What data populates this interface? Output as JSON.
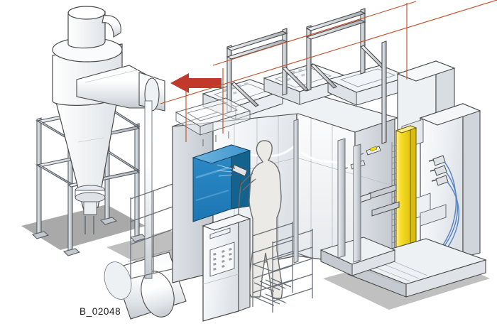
{
  "figure": {
    "caption": "B_02048",
    "title": "Isometric technical illustration of an industrial powder coating / spray booth line",
    "background_color": "#ffffff"
  },
  "palette": {
    "outline": "#3a3a3a",
    "outline_light": "#8d949c",
    "panel_white": "#fdfdfd",
    "panel_light": "#f2f4f6",
    "panel_mid": "#e2e6ea",
    "panel_shade": "#ced4da",
    "panel_dark": "#b9c0c7",
    "metal_light": "#e7e9ec",
    "metal_mid": "#c9cdd2",
    "metal_dark": "#9aa0a7",
    "floor_shadow": "#a9a9a9",
    "workpiece_blue_front": "#1f7bb8",
    "workpiece_blue_side": "#14638f",
    "workpiece_blue_top": "#57a6d8",
    "reciprocator_yellow": "#f5d916",
    "reciprocator_yellow_side": "#d8bd0d",
    "reciprocator_yellow_top": "#fbee8a",
    "arrow_red": "#c0392b",
    "leader_line": "#c0522f",
    "hose_blue": "#5b86c4",
    "figure_outline": "#6d6d6d",
    "figure_fill": "#eceae6"
  },
  "components": [
    {
      "id": "cyclone-separator",
      "label": "Cyclone separator",
      "color": "#f2f4f6"
    },
    {
      "id": "cyclone-inlet-duct",
      "label": "Cyclone inlet duct",
      "color": "#e2e6ea"
    },
    {
      "id": "cyclone-outlet-stack",
      "label": "Cyclone outlet stack",
      "color": "#f2f4f6"
    },
    {
      "id": "cyclone-support-frame",
      "label": "Cyclone support frame",
      "color": "#c9cdd2"
    },
    {
      "id": "powder-hopper",
      "label": "Powder recovery hopper",
      "color": "#e2e6ea"
    },
    {
      "id": "main-air-duct",
      "label": "Main extraction duct",
      "color": "#f2f4f6"
    },
    {
      "id": "spray-booth",
      "label": "Spray booth enclosure",
      "color": "#fdfdfd"
    },
    {
      "id": "booth-roof-modules",
      "label": "Roof filter modules",
      "color": "#e7e9ec"
    },
    {
      "id": "overhead-frame",
      "label": "Overhead conveyor frame",
      "color": "#c9cdd2"
    },
    {
      "id": "workpiece",
      "label": "Workpiece being coated",
      "color": "#1f7bb8"
    },
    {
      "id": "operator",
      "label": "Operator with manual spray gun",
      "color": "#eceae6"
    },
    {
      "id": "control-cabinet",
      "label": "Control cabinet",
      "color": "#f2f4f6"
    },
    {
      "id": "access-stairs",
      "label": "Access stairs and platform",
      "color": "#c9cdd2"
    },
    {
      "id": "reciprocator",
      "label": "Vertical reciprocator column",
      "color": "#f5d916"
    },
    {
      "id": "automatic-guns",
      "label": "Automatic spray guns",
      "color": "#c9cdd2"
    },
    {
      "id": "gun-hoses",
      "label": "Powder hoses",
      "color": "#5b86c4"
    },
    {
      "id": "machine-base",
      "label": "Machine base plinth",
      "color": "#c9cdd2"
    },
    {
      "id": "floor-shadow",
      "label": "Floor shadow",
      "color": "#a9a9a9"
    }
  ],
  "annotations": {
    "flow_arrow": {
      "name": "air-flow-arrow",
      "direction": "left",
      "color": "#c0392b"
    },
    "leader_lines": [
      {
        "name": "leader-line-top-diagonal"
      },
      {
        "name": "leader-line-vertical-right"
      },
      {
        "name": "leader-line-vertical-booth"
      },
      {
        "name": "leader-line-cyclone"
      }
    ]
  }
}
